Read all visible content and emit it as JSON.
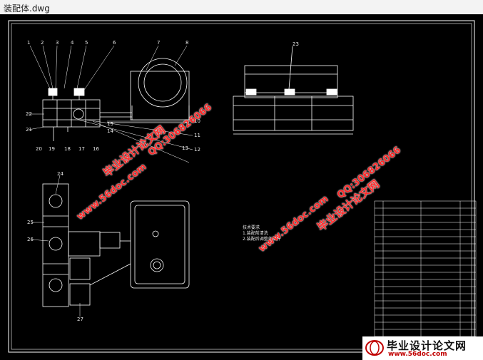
{
  "window": {
    "title": "装配体.dwg"
  },
  "part_labels": {
    "top_row": [
      "1",
      "2",
      "3",
      "4",
      "5",
      "6",
      "7",
      "8"
    ],
    "left_side": [
      "22",
      "21",
      "20",
      "19",
      "18",
      "17",
      "16",
      "15",
      "14",
      "13",
      "12",
      "11",
      "10"
    ],
    "plan_view": [
      "24",
      "25",
      "26",
      "27"
    ],
    "side_view": [
      "23"
    ]
  },
  "tech_notes": {
    "title": "技术要求",
    "line1": "1.装配前清洗",
    "line2": "2.装配后调整各部件"
  },
  "watermarks": {
    "red_cn": "毕业设计论文网",
    "red_url": "www.56doc.com",
    "red_qq": "QQ:306826066"
  },
  "logo": {
    "cn": "毕业设计论文网",
    "url": "www.56doc.com"
  },
  "colors": {
    "background": "#000000",
    "line": "#ffffff",
    "watermark": "#ff2a2a",
    "logo_url": "#c00000"
  }
}
